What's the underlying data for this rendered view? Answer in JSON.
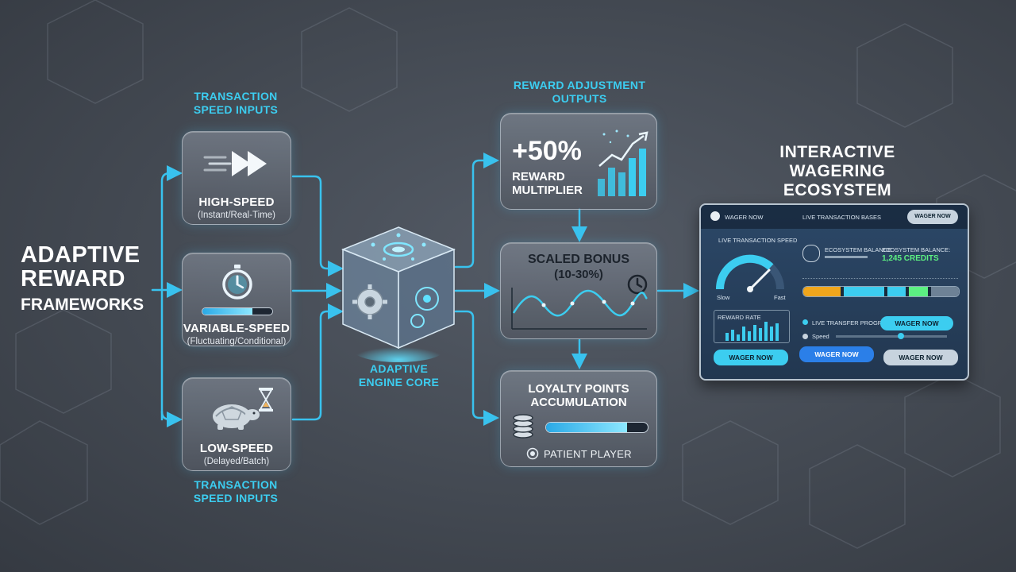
{
  "title": {
    "line1": "ADAPTIVE",
    "line2": "REWARD",
    "line3": "FRAMEWORKS"
  },
  "inputs_top_label": {
    "line1": "TRANSACTION",
    "line2": "SPEED INPUTS"
  },
  "inputs_bottom_label": {
    "line1": "TRANSACTION",
    "line2": "SPEED INPUTS"
  },
  "inputs": [
    {
      "name": "HIGH-SPEED",
      "sub": "(Instant/Real-Time)",
      "icon": "fast-forward-icon"
    },
    {
      "name": "VARIABLE-SPEED",
      "sub": "(Fluctuating/Conditional)",
      "icon": "stopwatch-icon"
    },
    {
      "name": "LOW-SPEED",
      "sub": "(Delayed/Batch)",
      "icon": "turtle-hourglass-icon"
    }
  ],
  "engine": {
    "line1": "ADAPTIVE",
    "line2": "ENGINE CORE",
    "icon": "gear-cube-icon"
  },
  "outputs_label": {
    "line1": "REWARD ADJUSTMENT",
    "line2": "OUTPUTS"
  },
  "outputs": {
    "multiplier": {
      "value": "+50%",
      "line1": "REWARD",
      "line2": "MULTIPLIER",
      "icon": "bar-chart-icon"
    },
    "bonus": {
      "line1": "SCALED BONUS",
      "line2": "(10-30%)",
      "icon": "clock-icon"
    },
    "loyalty": {
      "line1": "LOYALTY POINTS",
      "line2": "ACCUMULATION",
      "badge": "PATIENT PLAYER",
      "icon": "coin-stack-icon",
      "progress": 0.8
    }
  },
  "ecosystem": {
    "line1": "INTERACTIVE",
    "line2": "WAGERING",
    "line3": "ECOSYSTEM"
  },
  "dashboard": {
    "brand": "WAGER NOW",
    "header_center": "LIVE TRANSACTION BASES",
    "header_button": "WAGER NOW",
    "speed_label": "LIVE TRANSACTION SPEED",
    "gauge_slow": "Slow",
    "gauge_fast": "Fast",
    "balance_label": "ECOSYSTEM BALANCE",
    "balance_right_label": "ECOSYSTEM BALANCE:",
    "balance_value": "1,245 CREDITS",
    "reward_label": "REWARD RATE",
    "mid_text": "LIVE TRANSFER PROGRESS",
    "speed_text": "Speed",
    "btn_mid": "WAGER NOW",
    "btn1": "WAGER NOW",
    "btn2": "WAGER NOW",
    "btn3": "WAGER NOW"
  },
  "colors": {
    "accent": "#3ccdf0",
    "wire": "#39c2ee"
  }
}
